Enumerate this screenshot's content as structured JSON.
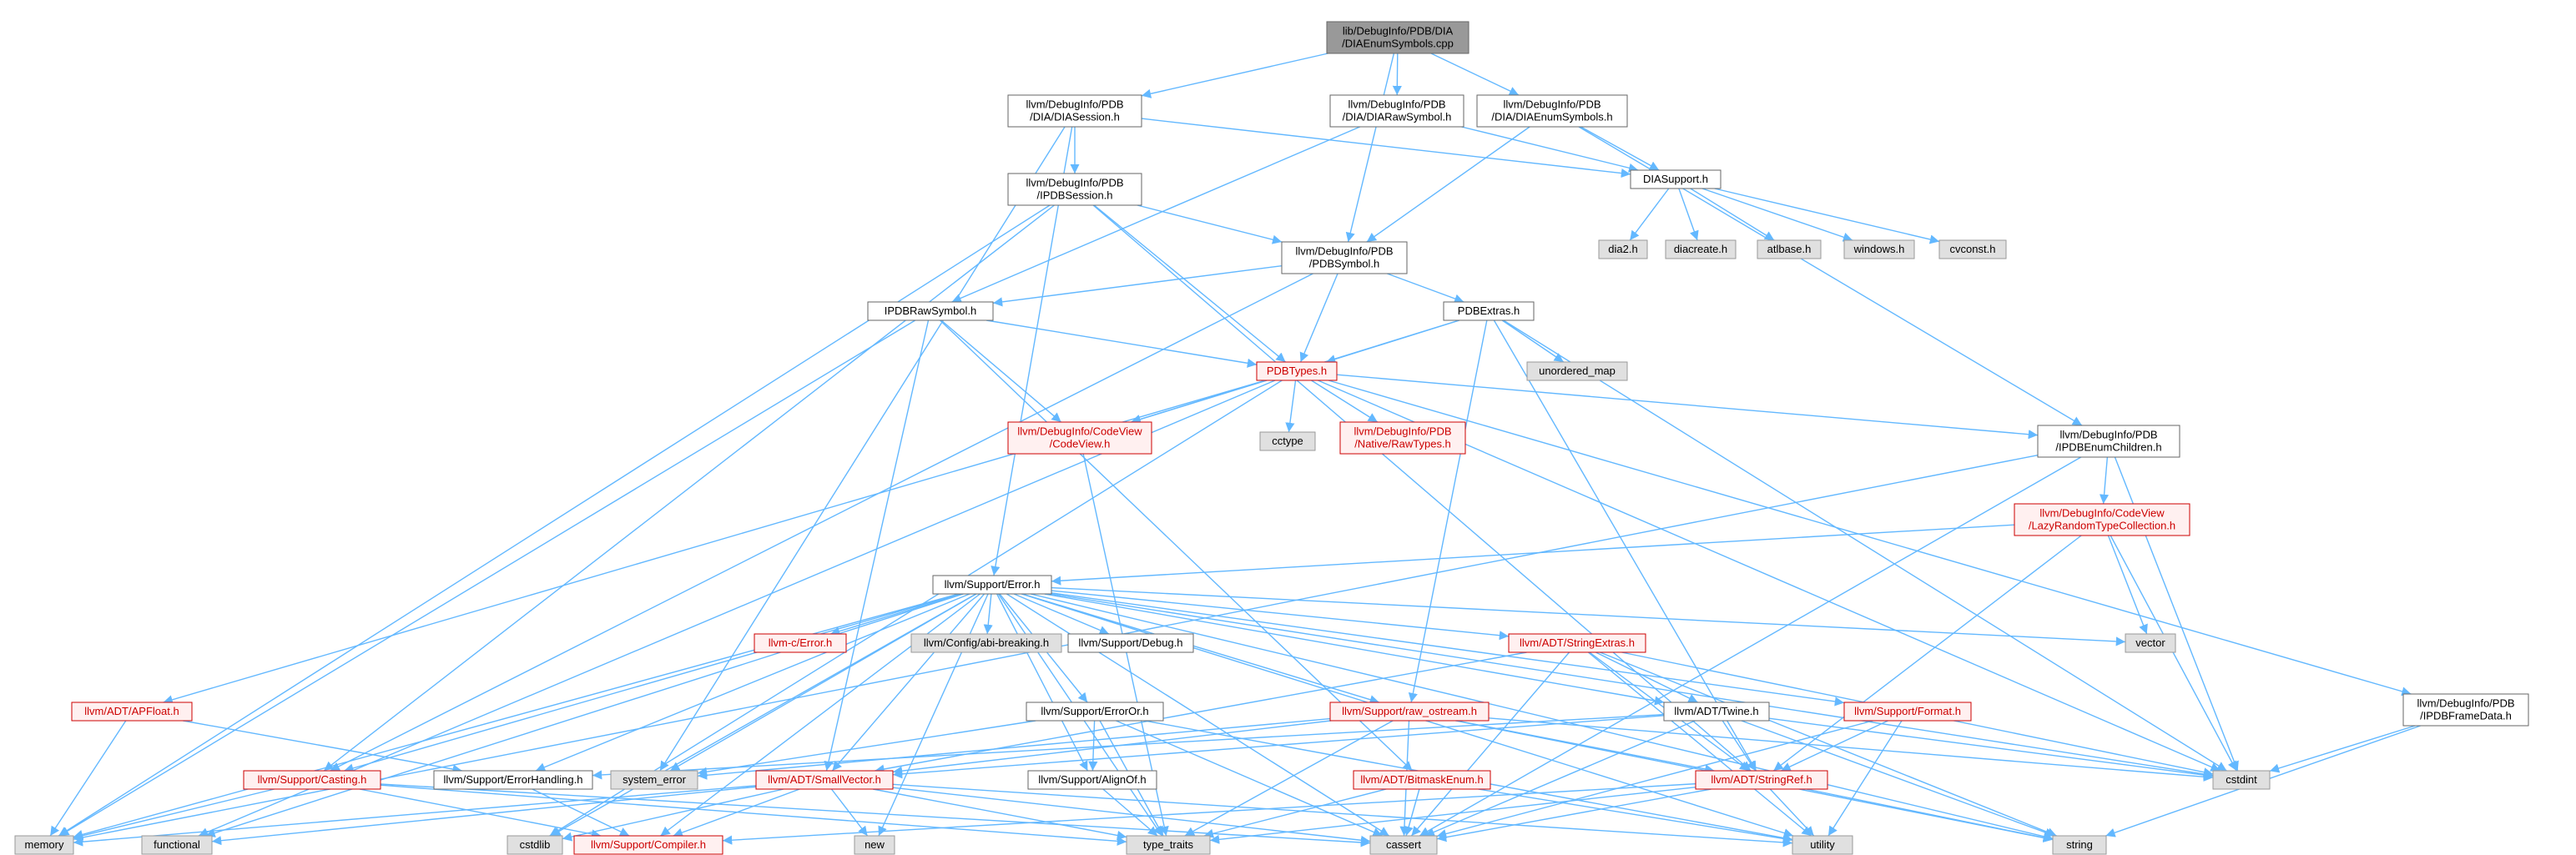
{
  "colors": {
    "edge": "#63b8ff",
    "root_fill": "#999999",
    "plain_fill": "#ffffff",
    "plain_border": "#666666",
    "system_fill": "#e0e0e0",
    "system_border": "#999999",
    "incomplete_fill": "#fff0f0",
    "incomplete_border": "#cc0000",
    "incomplete_text": "#cc0000"
  },
  "nodes": [
    {
      "id": "root",
      "lines": [
        "lib/DebugInfo/PDB/DIA",
        "/DIAEnumSymbols.cpp"
      ],
      "kind": "root"
    },
    {
      "id": "diasession",
      "lines": [
        "llvm/DebugInfo/PDB",
        "/DIA/DIASession.h"
      ],
      "kind": "plain"
    },
    {
      "id": "diarawsymbol",
      "lines": [
        "llvm/DebugInfo/PDB",
        "/DIA/DIARawSymbol.h"
      ],
      "kind": "plain"
    },
    {
      "id": "diaenumsymbols",
      "lines": [
        "llvm/DebugInfo/PDB",
        "/DIA/DIAEnumSymbols.h"
      ],
      "kind": "plain"
    },
    {
      "id": "ipdbsession",
      "lines": [
        "llvm/DebugInfo/PDB",
        "/IPDBSession.h"
      ],
      "kind": "plain"
    },
    {
      "id": "diasupport",
      "lines": [
        "DIASupport.h"
      ],
      "kind": "plain"
    },
    {
      "id": "pdbsymbol",
      "lines": [
        "llvm/DebugInfo/PDB",
        "/PDBSymbol.h"
      ],
      "kind": "plain"
    },
    {
      "id": "dia2",
      "lines": [
        "dia2.h"
      ],
      "kind": "system"
    },
    {
      "id": "diacreate",
      "lines": [
        "diacreate.h"
      ],
      "kind": "system"
    },
    {
      "id": "atlbase",
      "lines": [
        "atlbase.h"
      ],
      "kind": "system"
    },
    {
      "id": "windows",
      "lines": [
        "windows.h"
      ],
      "kind": "system"
    },
    {
      "id": "cvconst",
      "lines": [
        "cvconst.h"
      ],
      "kind": "system"
    },
    {
      "id": "ipdbrawsymbol",
      "lines": [
        "IPDBRawSymbol.h"
      ],
      "kind": "plain"
    },
    {
      "id": "pdbextras",
      "lines": [
        "PDBExtras.h"
      ],
      "kind": "plain"
    },
    {
      "id": "unordered_map",
      "lines": [
        "unordered_map"
      ],
      "kind": "system"
    },
    {
      "id": "pdbtypes",
      "lines": [
        "PDBTypes.h"
      ],
      "kind": "incomplete"
    },
    {
      "id": "codeview",
      "lines": [
        "llvm/DebugInfo/CodeView",
        "/CodeView.h"
      ],
      "kind": "incomplete"
    },
    {
      "id": "cctype",
      "lines": [
        "cctype"
      ],
      "kind": "system"
    },
    {
      "id": "rawtypes",
      "lines": [
        "llvm/DebugInfo/PDB",
        "/Native/RawTypes.h"
      ],
      "kind": "incomplete"
    },
    {
      "id": "ipdbenumchildren",
      "lines": [
        "llvm/DebugInfo/PDB",
        "/IPDBEnumChildren.h"
      ],
      "kind": "plain"
    },
    {
      "id": "lazyrandom",
      "lines": [
        "llvm/DebugInfo/CodeView",
        "/LazyRandomTypeCollection.h"
      ],
      "kind": "incomplete"
    },
    {
      "id": "error",
      "lines": [
        "llvm/Support/Error.h"
      ],
      "kind": "plain"
    },
    {
      "id": "vector",
      "lines": [
        "vector"
      ],
      "kind": "system"
    },
    {
      "id": "cerror",
      "lines": [
        "llvm-c/Error.h"
      ],
      "kind": "incomplete"
    },
    {
      "id": "abibreaking",
      "lines": [
        "llvm/Config/abi-breaking.h"
      ],
      "kind": "system"
    },
    {
      "id": "debug",
      "lines": [
        "llvm/Support/Debug.h"
      ],
      "kind": "plain"
    },
    {
      "id": "stringextras",
      "lines": [
        "llvm/ADT/StringExtras.h"
      ],
      "kind": "incomplete"
    },
    {
      "id": "apfloat",
      "lines": [
        "llvm/ADT/APFloat.h"
      ],
      "kind": "incomplete"
    },
    {
      "id": "erroror",
      "lines": [
        "llvm/Support/ErrorOr.h"
      ],
      "kind": "plain"
    },
    {
      "id": "rawostream",
      "lines": [
        "llvm/Support/raw_ostream.h"
      ],
      "kind": "incomplete"
    },
    {
      "id": "twine",
      "lines": [
        "llvm/ADT/Twine.h"
      ],
      "kind": "plain"
    },
    {
      "id": "format",
      "lines": [
        "llvm/Support/Format.h"
      ],
      "kind": "incomplete"
    },
    {
      "id": "ipdbframedata",
      "lines": [
        "llvm/DebugInfo/PDB",
        "/IPDBFrameData.h"
      ],
      "kind": "plain"
    },
    {
      "id": "system_error",
      "lines": [
        "system_error"
      ],
      "kind": "system"
    },
    {
      "id": "casting",
      "lines": [
        "llvm/Support/Casting.h"
      ],
      "kind": "incomplete"
    },
    {
      "id": "errorhandling",
      "lines": [
        "llvm/Support/ErrorHandling.h"
      ],
      "kind": "plain"
    },
    {
      "id": "smallvector",
      "lines": [
        "llvm/ADT/SmallVector.h"
      ],
      "kind": "incomplete"
    },
    {
      "id": "alignof",
      "lines": [
        "llvm/Support/AlignOf.h"
      ],
      "kind": "plain"
    },
    {
      "id": "bitmaskenum",
      "lines": [
        "llvm/ADT/BitmaskEnum.h"
      ],
      "kind": "incomplete"
    },
    {
      "id": "stringref",
      "lines": [
        "llvm/ADT/StringRef.h"
      ],
      "kind": "incomplete"
    },
    {
      "id": "cstdint",
      "lines": [
        "cstdint"
      ],
      "kind": "system"
    },
    {
      "id": "memory",
      "lines": [
        "memory"
      ],
      "kind": "system"
    },
    {
      "id": "functional",
      "lines": [
        "functional"
      ],
      "kind": "system"
    },
    {
      "id": "cstdlib",
      "lines": [
        "cstdlib"
      ],
      "kind": "system"
    },
    {
      "id": "compiler",
      "lines": [
        "llvm/Support/Compiler.h"
      ],
      "kind": "incomplete"
    },
    {
      "id": "new",
      "lines": [
        "new"
      ],
      "kind": "system"
    },
    {
      "id": "type_traits",
      "lines": [
        "type_traits"
      ],
      "kind": "system"
    },
    {
      "id": "cassert",
      "lines": [
        "cassert"
      ],
      "kind": "system"
    },
    {
      "id": "utility",
      "lines": [
        "utility"
      ],
      "kind": "system"
    },
    {
      "id": "string",
      "lines": [
        "string"
      ],
      "kind": "system"
    }
  ],
  "edges": [
    [
      "root",
      "diasession"
    ],
    [
      "root",
      "diarawsymbol"
    ],
    [
      "root",
      "diaenumsymbols"
    ],
    [
      "root",
      "pdbsymbol"
    ],
    [
      "diasession",
      "ipdbsession"
    ],
    [
      "diasession",
      "diasupport"
    ],
    [
      "diasession",
      "error"
    ],
    [
      "diasession",
      "system_error"
    ],
    [
      "diarawsymbol",
      "diasupport"
    ],
    [
      "diarawsymbol",
      "ipdbrawsymbol"
    ],
    [
      "diaenumsymbols",
      "diasupport"
    ],
    [
      "diaenumsymbols",
      "pdbsymbol"
    ],
    [
      "diaenumsymbols",
      "ipdbenumchildren"
    ],
    [
      "diasupport",
      "dia2"
    ],
    [
      "diasupport",
      "diacreate"
    ],
    [
      "diasupport",
      "atlbase"
    ],
    [
      "diasupport",
      "windows"
    ],
    [
      "diasupport",
      "cvconst"
    ],
    [
      "ipdbsession",
      "pdbsymbol"
    ],
    [
      "ipdbsession",
      "pdbtypes"
    ],
    [
      "ipdbsession",
      "stringref"
    ],
    [
      "ipdbsession",
      "casting"
    ],
    [
      "ipdbsession",
      "memory"
    ],
    [
      "pdbsymbol",
      "ipdbrawsymbol"
    ],
    [
      "pdbsymbol",
      "pdbextras"
    ],
    [
      "pdbsymbol",
      "pdbtypes"
    ],
    [
      "pdbsymbol",
      "casting"
    ],
    [
      "ipdbrawsymbol",
      "pdbtypes"
    ],
    [
      "ipdbrawsymbol",
      "codeview"
    ],
    [
      "ipdbrawsymbol",
      "smallvector"
    ],
    [
      "ipdbrawsymbol",
      "bitmaskenum"
    ],
    [
      "ipdbrawsymbol",
      "memory"
    ],
    [
      "pdbextras",
      "pdbtypes"
    ],
    [
      "pdbextras",
      "codeview"
    ],
    [
      "pdbextras",
      "unordered_map"
    ],
    [
      "pdbextras",
      "rawostream"
    ],
    [
      "pdbextras",
      "stringref"
    ],
    [
      "pdbextras",
      "cstdint"
    ],
    [
      "pdbtypes",
      "codeview"
    ],
    [
      "pdbtypes",
      "cctype"
    ],
    [
      "pdbtypes",
      "rawtypes"
    ],
    [
      "pdbtypes",
      "ipdbenumchildren"
    ],
    [
      "pdbtypes",
      "ipdbframedata"
    ],
    [
      "pdbtypes",
      "apfloat"
    ],
    [
      "pdbtypes",
      "functional"
    ],
    [
      "pdbtypes",
      "cstdint"
    ],
    [
      "pdbtypes",
      "cstdlib"
    ],
    [
      "codeview",
      "type_traits"
    ],
    [
      "ipdbenumchildren",
      "lazyrandom"
    ],
    [
      "ipdbenumchildren",
      "cassert"
    ],
    [
      "ipdbenumchildren",
      "cstdint"
    ],
    [
      "ipdbenumchildren",
      "memory"
    ],
    [
      "lazyrandom",
      "error"
    ],
    [
      "lazyrandom",
      "stringref"
    ],
    [
      "lazyrandom",
      "vector"
    ],
    [
      "lazyrandom",
      "cstdint"
    ],
    [
      "error",
      "cerror"
    ],
    [
      "error",
      "abibreaking"
    ],
    [
      "error",
      "debug"
    ],
    [
      "error",
      "stringextras"
    ],
    [
      "error",
      "erroror"
    ],
    [
      "error",
      "rawostream"
    ],
    [
      "error",
      "twine"
    ],
    [
      "error",
      "format"
    ],
    [
      "error",
      "vector"
    ],
    [
      "error",
      "casting"
    ],
    [
      "error",
      "errorhandling"
    ],
    [
      "error",
      "smallvector"
    ],
    [
      "error",
      "alignof"
    ],
    [
      "error",
      "compiler"
    ],
    [
      "error",
      "memory"
    ],
    [
      "error",
      "functional"
    ],
    [
      "error",
      "cassert"
    ],
    [
      "error",
      "cstdint"
    ],
    [
      "error",
      "cstdlib"
    ],
    [
      "error",
      "new"
    ],
    [
      "error",
      "string"
    ],
    [
      "error",
      "system_error"
    ],
    [
      "error",
      "type_traits"
    ],
    [
      "error",
      "utility"
    ],
    [
      "stringextras",
      "twine"
    ],
    [
      "stringextras",
      "stringref"
    ],
    [
      "stringextras",
      "smallvector"
    ],
    [
      "stringextras",
      "cassert"
    ],
    [
      "stringextras",
      "cstdint"
    ],
    [
      "stringextras",
      "string"
    ],
    [
      "stringextras",
      "utility"
    ],
    [
      "apfloat",
      "errorhandling"
    ],
    [
      "apfloat",
      "memory"
    ],
    [
      "erroror",
      "alignof"
    ],
    [
      "erroror",
      "system_error"
    ],
    [
      "erroror",
      "cassert"
    ],
    [
      "erroror",
      "type_traits"
    ],
    [
      "erroror",
      "utility"
    ],
    [
      "rawostream",
      "smallvector"
    ],
    [
      "rawostream",
      "stringref"
    ],
    [
      "rawostream",
      "cassert"
    ],
    [
      "rawostream",
      "cstdint"
    ],
    [
      "rawostream",
      "string"
    ],
    [
      "rawostream",
      "system_error"
    ],
    [
      "rawostream",
      "type_traits"
    ],
    [
      "twine",
      "smallvector"
    ],
    [
      "twine",
      "stringref"
    ],
    [
      "twine",
      "errorhandling"
    ],
    [
      "twine",
      "cassert"
    ],
    [
      "twine",
      "cstdint"
    ],
    [
      "twine",
      "string"
    ],
    [
      "format",
      "stringref"
    ],
    [
      "format",
      "cassert"
    ],
    [
      "format",
      "utility"
    ],
    [
      "ipdbframedata",
      "cstdint"
    ],
    [
      "ipdbframedata",
      "string"
    ],
    [
      "casting",
      "compiler"
    ],
    [
      "casting",
      "cassert"
    ],
    [
      "casting",
      "memory"
    ],
    [
      "casting",
      "type_traits"
    ],
    [
      "errorhandling",
      "compiler"
    ],
    [
      "smallvector",
      "compiler"
    ],
    [
      "smallvector",
      "type_traits"
    ],
    [
      "smallvector",
      "cassert"
    ],
    [
      "smallvector",
      "cstdlib"
    ],
    [
      "smallvector",
      "functional"
    ],
    [
      "smallvector",
      "memory"
    ],
    [
      "smallvector",
      "new"
    ],
    [
      "smallvector",
      "utility"
    ],
    [
      "alignof",
      "type_traits"
    ],
    [
      "bitmaskenum",
      "cassert"
    ],
    [
      "bitmaskenum",
      "type_traits"
    ],
    [
      "bitmaskenum",
      "utility"
    ],
    [
      "stringref",
      "compiler"
    ],
    [
      "stringref",
      "cassert"
    ],
    [
      "stringref",
      "string"
    ],
    [
      "stringref",
      "type_traits"
    ],
    [
      "stringref",
      "utility"
    ]
  ]
}
